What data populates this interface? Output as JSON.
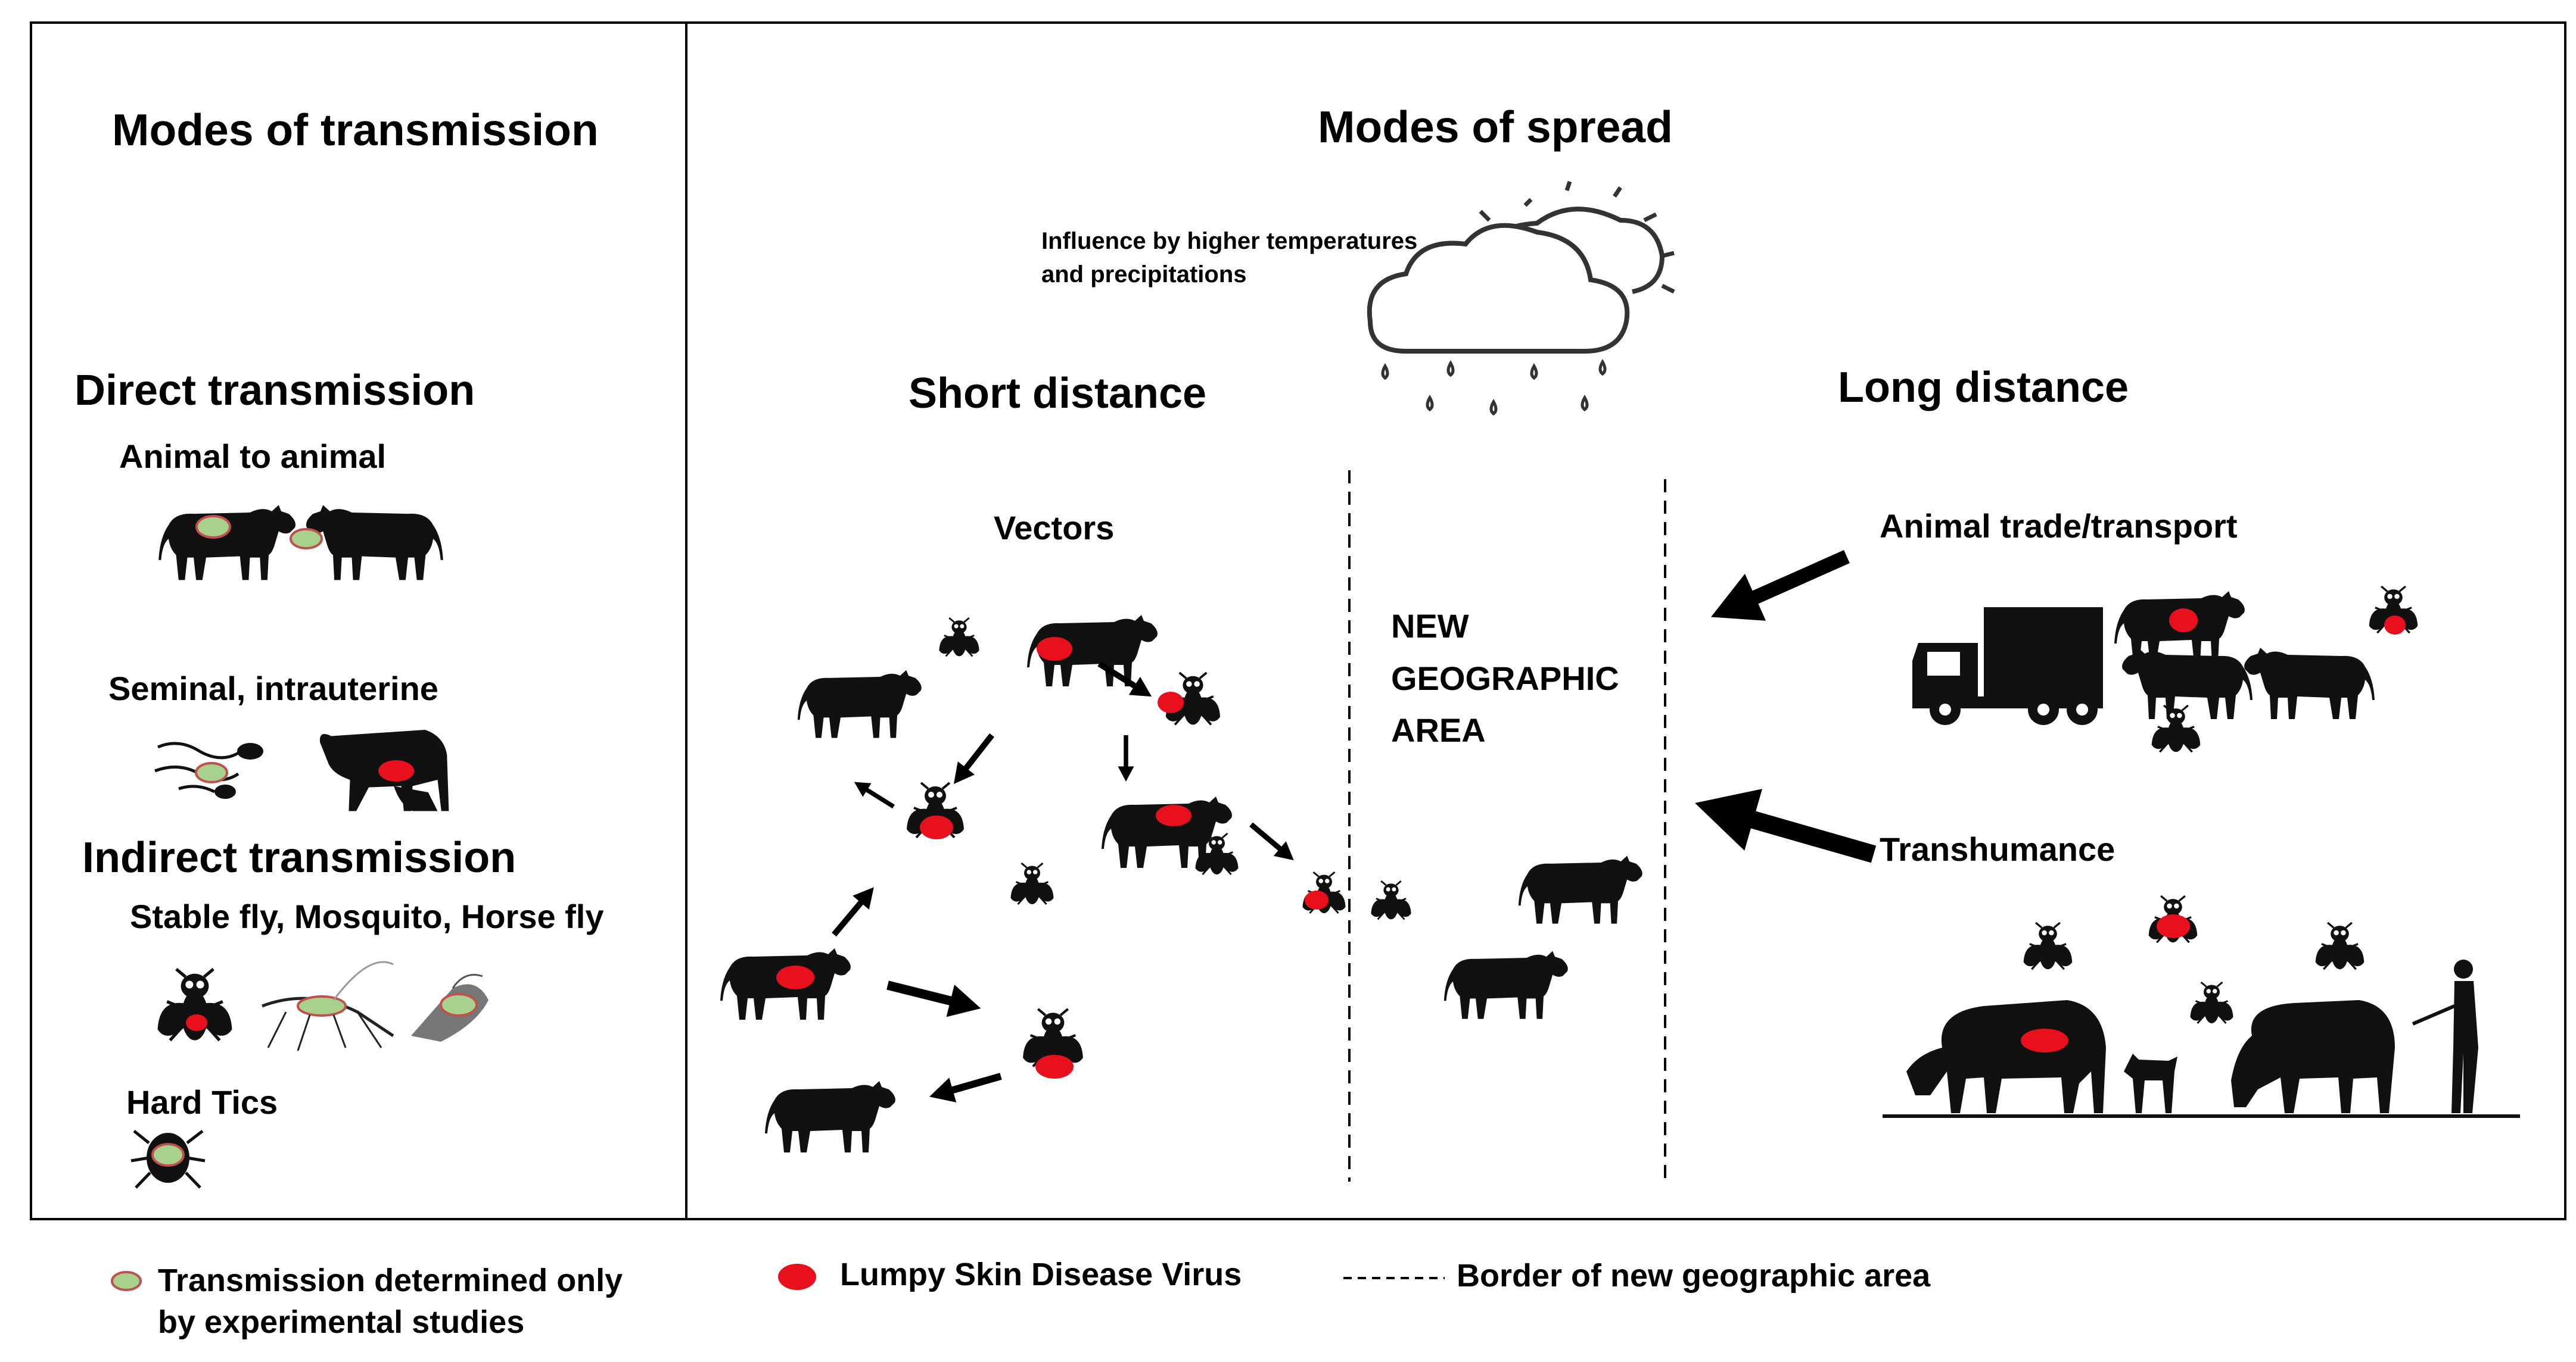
{
  "left_panel": {
    "title": "Modes of transmission",
    "direct": {
      "heading": "Direct transmission",
      "animal_to_animal": "Animal to animal",
      "seminal": "Seminal, intrauterine"
    },
    "indirect": {
      "heading": "Indirect transmission",
      "vectors": "Stable fly, Mosquito, Horse fly",
      "ticks": "Hard Tics"
    }
  },
  "right_panel": {
    "title": "Modes of spread",
    "weather_note_line1": "Influence by higher temperatures",
    "weather_note_line2": "and precipitations",
    "short_distance": "Short distance",
    "long_distance": "Long distance",
    "vectors": "Vectors",
    "new_area_line1": "NEW",
    "new_area_line2": "GEOGRAPHIC",
    "new_area_line3": "AREA",
    "animal_trade": "Animal trade/transport",
    "transhumance": "Transhumance"
  },
  "legend": {
    "experimental_line1": "Transmission determined only",
    "experimental_line2": "by experimental studies",
    "virus": "Lumpy Skin Disease Virus",
    "border": "Border of new geographic area"
  },
  "colors": {
    "virus_red": "#e8101c",
    "experimental_fill": "#a9d18e",
    "experimental_stroke": "#c0504d",
    "silhouette": "#111111",
    "frame": "#000000"
  },
  "icons": [
    "cow-icon",
    "fly-icon",
    "mosquito-icon",
    "horse-fly-icon",
    "tick-icon",
    "sperm-icon",
    "truck-icon",
    "goat-icon",
    "herder-icon",
    "cloud-sun-icon",
    "rain-icon",
    "arrow-icon"
  ]
}
